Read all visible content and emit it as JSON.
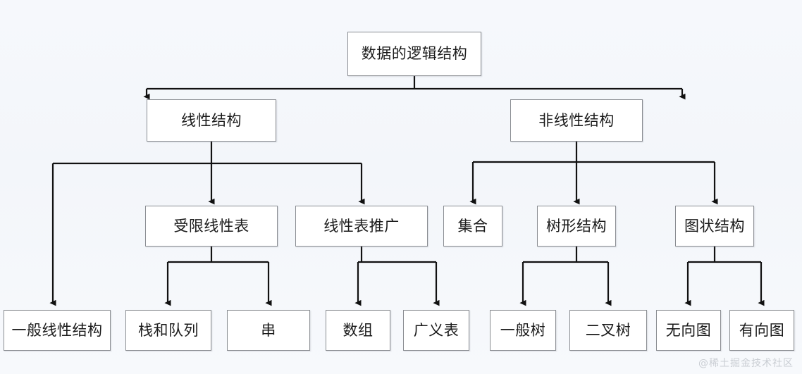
{
  "diagram": {
    "title": "数据的逻辑结构",
    "type": "tree-flowchart",
    "watermark": "@稀土掘金技术社区",
    "colors": {
      "background": "#f4f7fb",
      "node_fill": "#ffffff",
      "node_border": "#8a8d92",
      "edge": "#1b1b1b",
      "text": "#1b1b1b",
      "watermark": "#c2c6cc"
    },
    "nodes": {
      "root": {
        "label": "数据的逻辑结构"
      },
      "linear": {
        "label": "线性结构"
      },
      "nonlinear": {
        "label": "非线性结构"
      },
      "restricted_list": {
        "label": "受限线性表"
      },
      "list_generalization": {
        "label": "线性表推广"
      },
      "set": {
        "label": "集合"
      },
      "tree_structure": {
        "label": "树形结构"
      },
      "graph_structure": {
        "label": "图状结构"
      },
      "general_linear": {
        "label": "一般线性结构"
      },
      "stack_queue": {
        "label": "栈和队列"
      },
      "string": {
        "label": "串"
      },
      "array": {
        "label": "数组"
      },
      "generalized_list": {
        "label": "广义表"
      },
      "general_tree": {
        "label": "一般树"
      },
      "binary_tree": {
        "label": "二叉树"
      },
      "undirected_graph": {
        "label": "无向图"
      },
      "directed_graph": {
        "label": "有向图"
      }
    },
    "edges": [
      {
        "from": "root",
        "to": "linear"
      },
      {
        "from": "root",
        "to": "nonlinear"
      },
      {
        "from": "linear",
        "to": "general_linear"
      },
      {
        "from": "linear",
        "to": "restricted_list"
      },
      {
        "from": "linear",
        "to": "list_generalization"
      },
      {
        "from": "nonlinear",
        "to": "set"
      },
      {
        "from": "nonlinear",
        "to": "tree_structure"
      },
      {
        "from": "nonlinear",
        "to": "graph_structure"
      },
      {
        "from": "restricted_list",
        "to": "stack_queue"
      },
      {
        "from": "restricted_list",
        "to": "string"
      },
      {
        "from": "list_generalization",
        "to": "array"
      },
      {
        "from": "list_generalization",
        "to": "generalized_list"
      },
      {
        "from": "tree_structure",
        "to": "general_tree"
      },
      {
        "from": "tree_structure",
        "to": "binary_tree"
      },
      {
        "from": "graph_structure",
        "to": "undirected_graph"
      },
      {
        "from": "graph_structure",
        "to": "directed_graph"
      }
    ]
  }
}
